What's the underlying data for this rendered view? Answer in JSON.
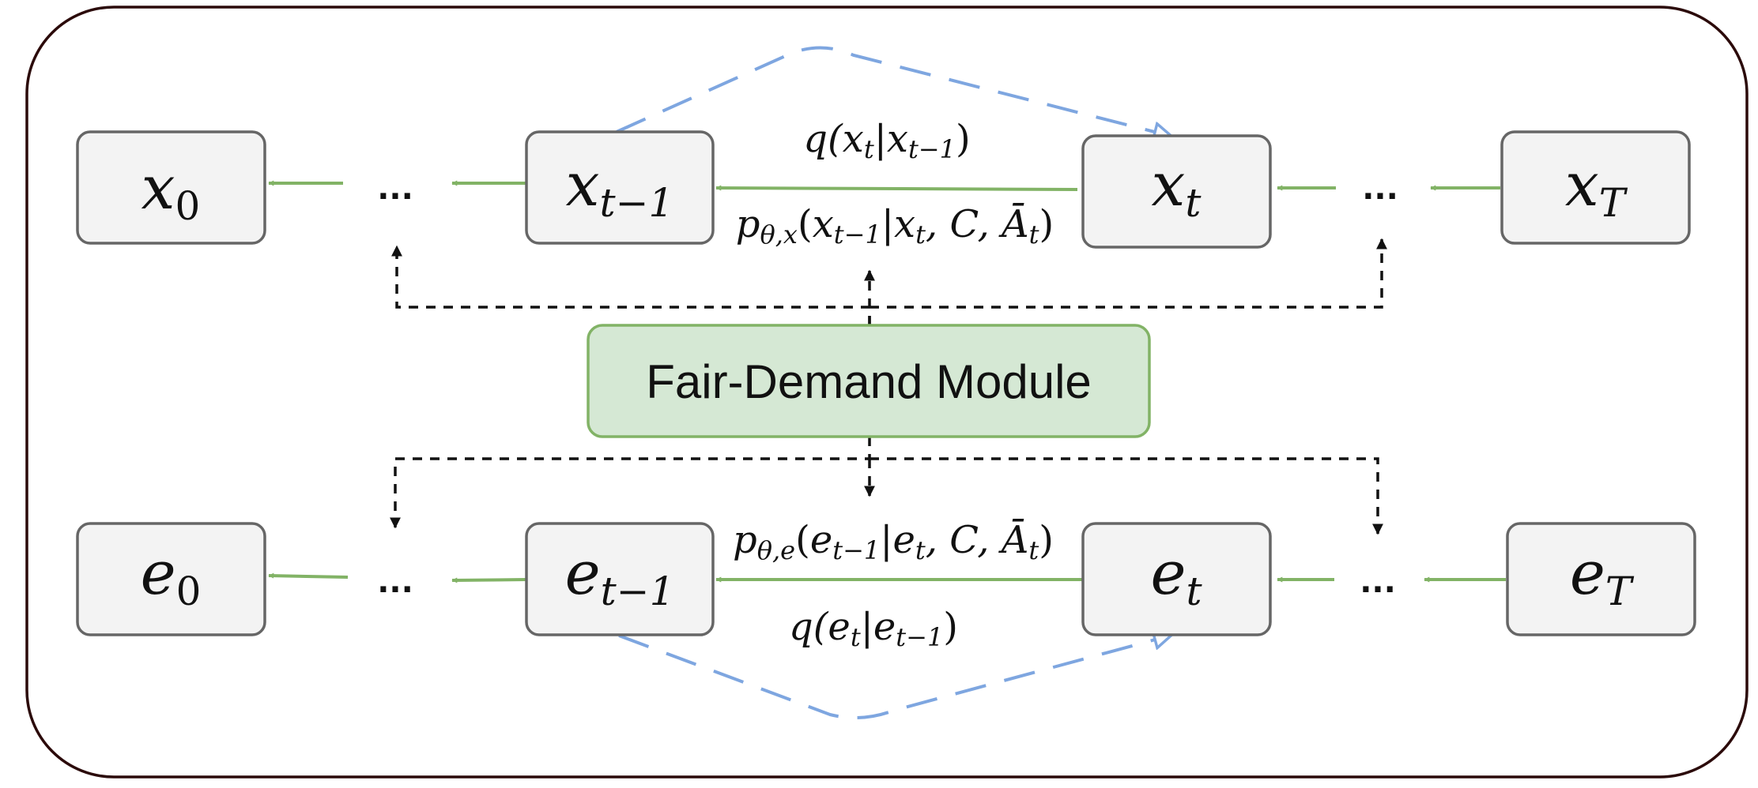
{
  "module": {
    "label": "Fair-Demand Module"
  },
  "top_row": {
    "nodes": [
      {
        "base": "x",
        "sub": "0"
      },
      {
        "base": "x",
        "sub": "t−1"
      },
      {
        "base": "x",
        "sub": "t"
      },
      {
        "base": "x",
        "sub": "T"
      }
    ],
    "ellipsis": "...",
    "forward_label": {
      "fn": "q(",
      "v1": "x",
      "s1": "t",
      "bar": "|",
      "v2": "x",
      "s2": "t−1",
      "close": ")"
    },
    "reverse_label": {
      "p": "p",
      "psub": "θ,x",
      "open": "(",
      "v1": "x",
      "s1": "t−1",
      "bar": "|",
      "v2": "x",
      "s2": "t",
      "rest": ", C, ",
      "a": "Ā",
      "as": "t",
      "close": ")"
    }
  },
  "bottom_row": {
    "nodes": [
      {
        "base": "e",
        "sub": "0"
      },
      {
        "base": "e",
        "sub": "t−1"
      },
      {
        "base": "e",
        "sub": "t"
      },
      {
        "base": "e",
        "sub": "T"
      }
    ],
    "ellipsis": "...",
    "forward_label": {
      "fn": "q(",
      "v1": "e",
      "s1": "t",
      "bar": "|",
      "v2": "e",
      "s2": "t−1",
      "close": ")"
    },
    "reverse_label": {
      "p": "p",
      "psub": "θ,e",
      "open": "(",
      "v1": "e",
      "s1": "t−1",
      "bar": "|",
      "v2": "e",
      "s2": "t",
      "rest": ", C, ",
      "a": "Ā",
      "as": "t",
      "close": ")"
    }
  },
  "colors": {
    "node_fill": "#f3f3f3",
    "node_stroke": "#666666",
    "module_fill": "#d5e8d4",
    "module_stroke": "#82b366",
    "reverse_edge": "#82b366",
    "forward_edge": "#7ea6e0",
    "control_edge": "#111111",
    "frame_stroke": "#2b0a0a"
  }
}
